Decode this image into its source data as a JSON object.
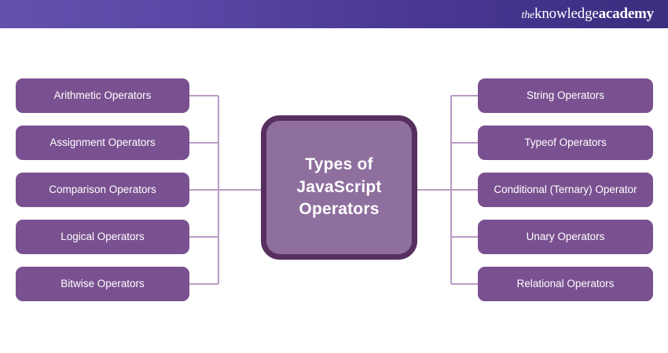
{
  "header": {
    "logo": {
      "prefix": "the",
      "word1": "knowledge",
      "word2": "academy",
      "full_text": "theknowledgeacademy"
    },
    "gradient_from": "#6450ad",
    "gradient_to": "#3b2d7f"
  },
  "diagram": {
    "type": "mind-map",
    "center": {
      "title": "Types of JavaScript Operators",
      "line1": "Types of",
      "line2": "JavaScript",
      "line3": "Operators",
      "fill_color": "#8e6f9e",
      "border_color": "#57305f"
    },
    "leaf_fill_color": "#7a5190",
    "leaf_text_color": "#ffffff",
    "connector_color": "#b99bc4",
    "left_branches": [
      {
        "label": "Arithmetic Operators"
      },
      {
        "label": "Assignment Operators"
      },
      {
        "label": "Comparison Operators"
      },
      {
        "label": "Logical Operators"
      },
      {
        "label": "Bitwise Operators"
      }
    ],
    "right_branches": [
      {
        "label": "String Operators"
      },
      {
        "label": "Typeof Operators"
      },
      {
        "label": "Conditional (Ternary) Operator"
      },
      {
        "label": "Unary Operators"
      },
      {
        "label": "Relational Operators"
      }
    ]
  },
  "page": {
    "background_color": "#ffffff"
  }
}
